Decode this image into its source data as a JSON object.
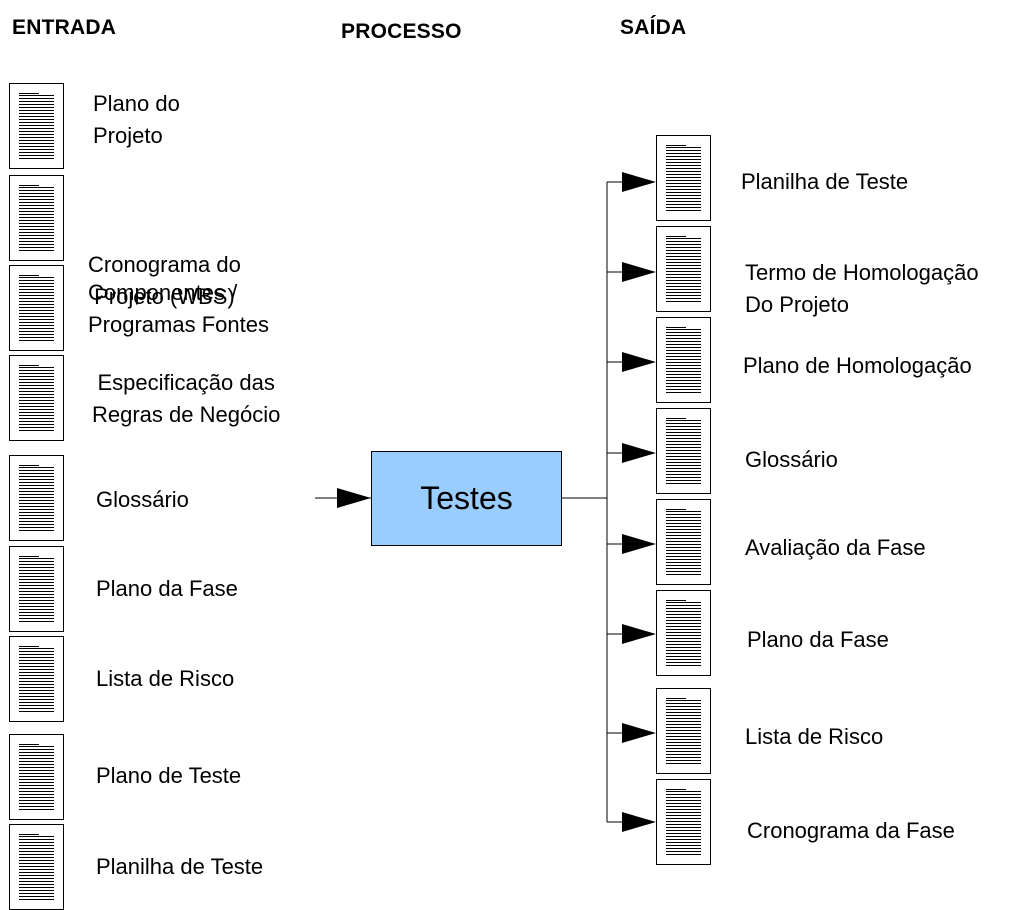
{
  "headers": {
    "entrada": "ENTRADA",
    "processo": "PROCESSO",
    "saida": "SAÍDA"
  },
  "process": {
    "label": "Testes",
    "fill_color": "#99ccff"
  },
  "inputs": [
    {
      "lines": [
        "Plano do",
        "Projeto"
      ]
    },
    {
      "lines": [
        "Cronograma do",
        " Projeto (WBS)"
      ]
    },
    {
      "lines": [
        "Componentes /",
        "Programas Fontes"
      ]
    },
    {
      "lines": [
        "Especificação das",
        "Regras de Negócio"
      ]
    },
    {
      "lines": [
        "Glossário"
      ]
    },
    {
      "lines": [
        "Plano da Fase"
      ]
    },
    {
      "lines": [
        "Lista de Risco"
      ]
    },
    {
      "lines": [
        "Plano de Teste"
      ]
    },
    {
      "lines": [
        "Planilha de Teste"
      ]
    }
  ],
  "outputs": [
    {
      "lines": [
        "Planilha de Teste"
      ]
    },
    {
      "lines": [
        "Termo de Homologação",
        "Do Projeto"
      ]
    },
    {
      "lines": [
        "Plano de Homologação"
      ]
    },
    {
      "lines": [
        "Glossário"
      ]
    },
    {
      "lines": [
        "Avaliação da Fase"
      ]
    },
    {
      "lines": [
        "Plano da Fase"
      ]
    },
    {
      "lines": [
        "Lista de Risco"
      ]
    },
    {
      "lines": [
        "Cronograma da Fase"
      ]
    }
  ],
  "icons": {
    "document": "document-icon",
    "arrow": "arrowhead-icon"
  }
}
